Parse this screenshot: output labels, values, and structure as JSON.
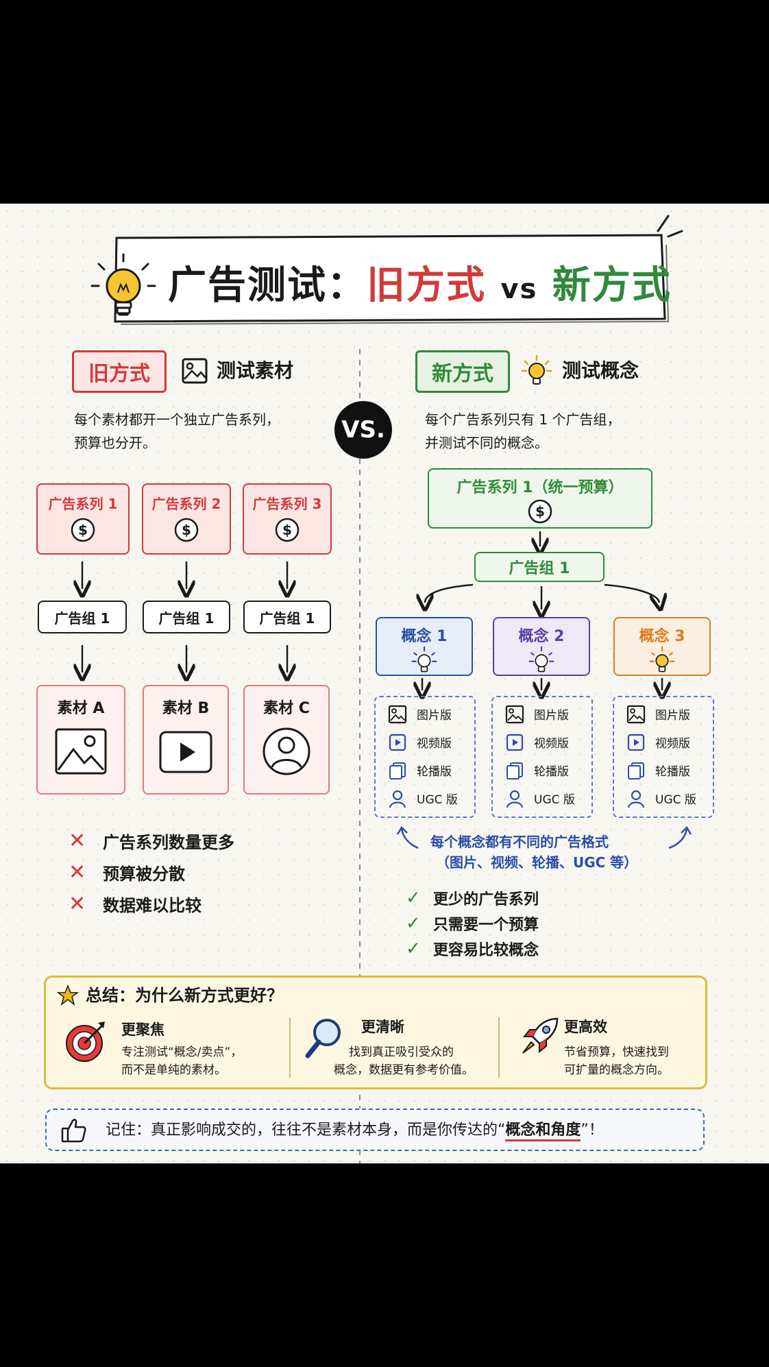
{
  "header": {
    "title_prefix": "广告测试：",
    "title_old": "旧方式",
    "title_vs": "vs",
    "title_new": "新方式"
  },
  "old": {
    "tag": "旧方式",
    "subtitle": "测试素材",
    "desc_line1": "每个素材都开一个独立广告系列，",
    "desc_line2": "预算也分开。",
    "campaigns": [
      "广告系列 1",
      "广告系列 2",
      "广告系列 3"
    ],
    "adsets": [
      "广告组 1",
      "广告组 1",
      "广告组 1"
    ],
    "creatives": [
      "素材 A",
      "素材 B",
      "素材 C"
    ],
    "cons": [
      "广告系列数量更多",
      "预算被分散",
      "数据难以比较"
    ]
  },
  "vs_badge": "VS.",
  "new": {
    "tag": "新方式",
    "subtitle": "测试概念",
    "desc_line1": "每个广告系列只有 1 个广告组，",
    "desc_line2": "并测试不同的概念。",
    "campaign": "广告系列 1（统一预算）",
    "adset": "广告组 1",
    "concepts": [
      "概念 1",
      "概念 2",
      "概念 3"
    ],
    "formats": [
      "图片版",
      "视频版",
      "轮播版",
      "UGC 版"
    ],
    "note_line1": "每个概念都有不同的广告格式",
    "note_line2": "（图片、视频、轮播、UGC 等）",
    "pros": [
      "更少的广告系列",
      "只需要一个预算",
      "更容易比较概念"
    ]
  },
  "summary": {
    "title": "总结：为什么新方式更好？",
    "items": [
      {
        "heading": "更聚焦",
        "line1": "专注测试“概念/卖点”，",
        "line2": "而不是单纯的素材。"
      },
      {
        "heading": "更清晰",
        "line1": "找到真正吸引受众的",
        "line2": "概念，数据更有参考价值。"
      },
      {
        "heading": "更高效",
        "line1": "节省预算，快速找到",
        "line2": "可扩量的概念方向。"
      }
    ]
  },
  "footer": {
    "prefix": "记住：真正影响成交的，往往不是素材本身，而是你传达的“",
    "highlight": "概念和角度",
    "suffix": "”！"
  },
  "colors": {
    "old_red": "#d23a3a",
    "new_green": "#2f8a3a",
    "concept_blue": "#2a4ea6",
    "concept_purple": "#5b3fa8",
    "concept_orange": "#e07a1f",
    "summary_border": "#e0b93a"
  },
  "icons": [
    "lightbulb-icon",
    "image-icon",
    "dollar-icon",
    "play-icon",
    "user-icon",
    "carousel-icon",
    "x-mark-icon",
    "check-icon",
    "star-icon",
    "target-icon",
    "magnifier-icon",
    "rocket-icon",
    "thumbs-up-icon"
  ]
}
